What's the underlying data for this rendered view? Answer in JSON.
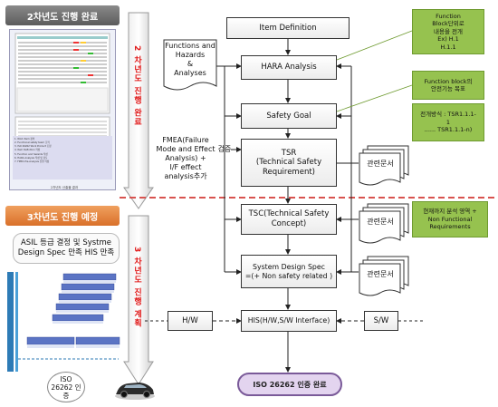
{
  "left": {
    "year2_banner": "2차년도 진행 완료",
    "year2_vertical": "2 차년도 진행 완료",
    "thumb_caption": "2차년도 산출물 결과",
    "thumb_list": [
      "1. Work Item 정의",
      "2. Functional safety team 조직",
      "3. ISO 26262 Work Product 조정",
      "4. Item Definition 작성",
      "5. Function and hazards 작성",
      "6. HARA Analysis 작성 및 검토",
      "7. FMEA Pre-Analysis 진행 작성"
    ],
    "year3_banner": "3차년도 진행 예정",
    "year3_vertical": "3 차년도 진행 계획",
    "asil_text": "ASIL 등급 결정 및 Systme Design Spec 만족 HIS 만족",
    "iso_text": "ISO 26262 인증"
  },
  "flow": {
    "item_definition": "Item Definition",
    "hara": "HARA Analysis",
    "safety_goal": "Safety Goal",
    "tsr": "TSR\n(Technical Safety\nRequirement)",
    "tsc": "TSC(Technical Safety\nConcept)",
    "sds": "System Design Spec\n=(+ Non safety related )",
    "his": "HIS(H/W,S/W Interface)",
    "hw": "H/W",
    "sw": "S/W",
    "final": "ISO 26262 인증 완료",
    "functions_doc": "Functions and\nHazards\n&\nAnalyses",
    "fmea": "FMEA(Failure\nMode and Effect\nAnalysis) +\nI/F effect\nanalysis추가",
    "verify": "검증",
    "related_docs": [
      "관련문서",
      "관련문서",
      "관련문서"
    ]
  },
  "notes": {
    "function_block": "Function\nBlock단위로\n내용을 전개\nEx) H.1\nH.1.1",
    "function_safety": "Function block의\n안전기능 목표",
    "expansion": "전개방식 : TSR1.1.1-\n1\n...... TSR1.1.1-n)",
    "current_scope": "현재까지 분석 영역 +\nNon Functional\nRequirements"
  },
  "colors": {
    "note_green": "#96c24f",
    "divider": "#d9534f",
    "final_fill": "#e3d4ef",
    "final_border": "#7a5a99"
  }
}
